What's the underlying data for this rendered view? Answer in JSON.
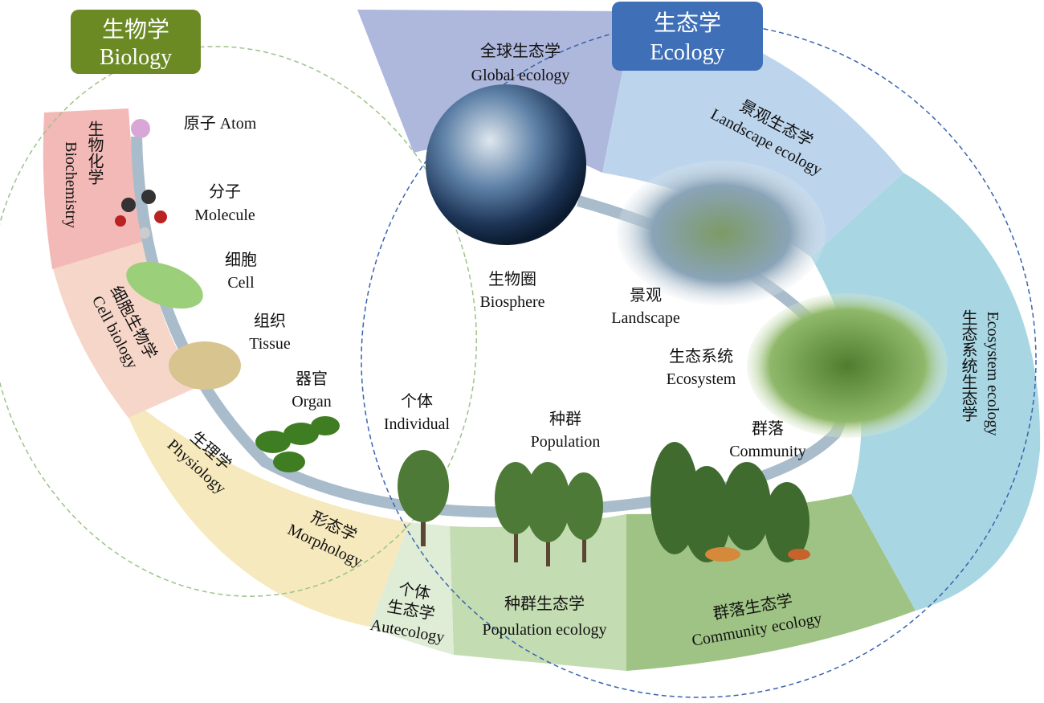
{
  "badges": {
    "biology_zh": "生物学",
    "biology_en": "Biology",
    "ecology_zh": "生态学",
    "ecology_en": "Ecology",
    "biology_color": "#6b8a24",
    "ecology_color": "#3f6fb7"
  },
  "levels": {
    "atom": "原子 Atom",
    "molecule_zh": "分子",
    "molecule_en": "Molecule",
    "cell_zh": "细胞",
    "cell_en": "Cell",
    "tissue_zh": "组织",
    "tissue_en": "Tissue",
    "organ_zh": "器官",
    "organ_en": "Organ",
    "individual_zh": "个体",
    "individual_en": "Individual",
    "population_zh": "种群",
    "population_en": "Population",
    "community_zh": "群落",
    "community_en": "Community",
    "ecosystem_zh": "生态系统",
    "ecosystem_en": "Ecosystem",
    "landscape_zh": "景观",
    "landscape_en": "Landscape",
    "biosphere_zh": "生物圈",
    "biosphere_en": "Biosphere"
  },
  "disciplines": {
    "biochemistry_zh": "生物化学",
    "biochemistry_en": "Biochemistry",
    "cellbio_zh": "细胞生物学",
    "cellbio_en": "Cell biology",
    "physiology_zh": "生理学",
    "physiology_en": "Physiology",
    "morphology_zh": "形态学",
    "morphology_en": "Morphology",
    "autecology_zh1": "个体",
    "autecology_zh2": "生态学",
    "autecology_en": "Autecology",
    "popeco_zh": "种群生态学",
    "popeco_en": "Population ecology",
    "comeco_zh": "群落生态学",
    "comeco_en": "Community ecology",
    "ecoeco_zh": "生态系统生态学",
    "ecoeco_en": "Ecosystem ecology",
    "landeco_zh": "景观生态学",
    "landeco_en": "Landscape ecology",
    "globaleco_zh": "全球生态学",
    "globaleco_en": "Global ecology"
  }
}
